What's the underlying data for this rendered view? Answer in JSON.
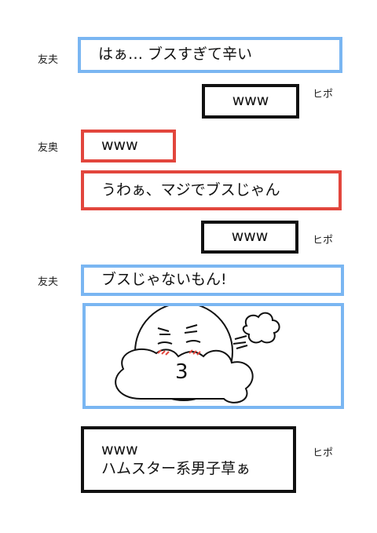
{
  "speakers": {
    "tomo_otto": "友夫",
    "tomo_oku": "友奥",
    "hipo": "ヒポ"
  },
  "messages": {
    "m1": "はぁ… ブスすぎて辛い",
    "m2": "www",
    "m3": "www",
    "m4": "うわぁ、マジでブスじゃん",
    "m5": "www",
    "m6": "ブスじゃないもん!",
    "m8_line1": "www",
    "m8_line2": "ハムスター系男子草ぁ"
  },
  "stamp": {
    "mouth_glyph": "3",
    "icon": "pouting-face-cloud-sticker"
  },
  "colors": {
    "tomo_otto": "#7ab6f2",
    "tomo_oku": "#e2463d",
    "hipo": "#111111"
  }
}
